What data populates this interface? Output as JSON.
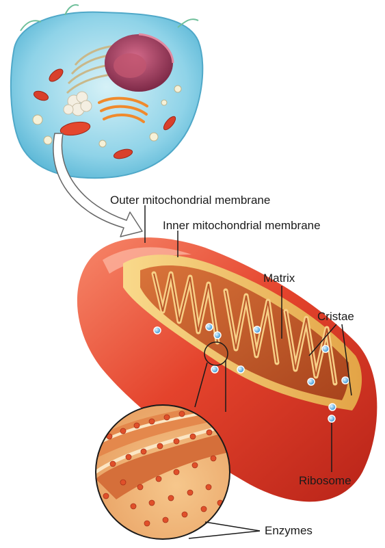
{
  "labels": {
    "outer_membrane": "Outer mitochondrial membrane",
    "inner_membrane": "Inner mitochondrial membrane",
    "matrix": "Matrix",
    "cristae": "Cristae",
    "ribosome": "Ribosome",
    "enzymes": "Enzymes"
  },
  "colors": {
    "outer_membrane": "#e03a2a",
    "inner_membrane": "#f2b04a",
    "cristae_fill": "#c8541e",
    "ribosome": "#4aa8e0",
    "enzyme": "#e0502a",
    "cytoplasm": "#8fd3e8",
    "nucleus": "#a83a5a"
  }
}
